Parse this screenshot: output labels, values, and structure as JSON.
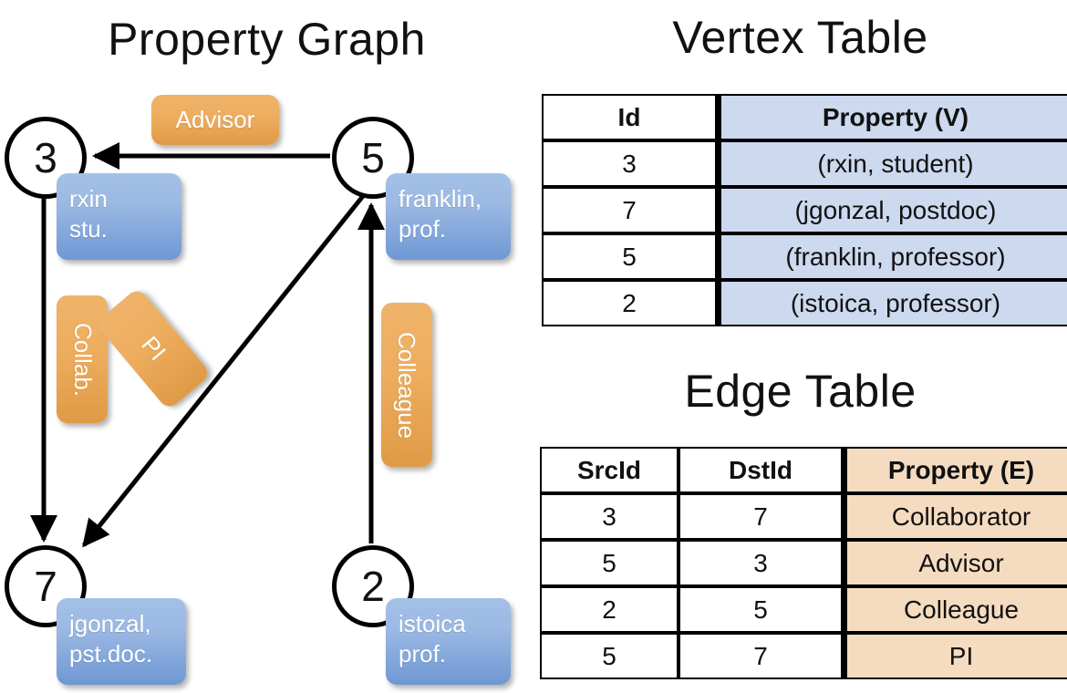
{
  "titles": {
    "property_graph": "Property Graph",
    "vertex_table": "Vertex Table",
    "edge_table": "Edge Table"
  },
  "graph": {
    "vertices": [
      {
        "id": "3",
        "name": "rxin",
        "role": "stu.",
        "label_lines": [
          "rxin",
          "stu."
        ]
      },
      {
        "id": "5",
        "name": "franklin",
        "role": "prof.",
        "label_lines": [
          "franklin,",
          "prof."
        ]
      },
      {
        "id": "7",
        "name": "jgonzal",
        "role": "pst.doc.",
        "label_lines": [
          "jgonzal,",
          "pst.doc."
        ]
      },
      {
        "id": "2",
        "name": "istoica",
        "role": "prof.",
        "label_lines": [
          "istoica",
          "prof."
        ]
      }
    ],
    "vertex_labels": {
      "v3_line1": "rxin",
      "v3_line2": "stu.",
      "v5_line1": "franklin,",
      "v5_line2": "prof.",
      "v7_line1": "jgonzal,",
      "v7_line2": "pst.doc.",
      "v2_line1": "istoica",
      "v2_line2": "prof."
    },
    "edge_labels": {
      "advisor": "Advisor",
      "collab": "Collab.",
      "pi": "PI",
      "colleague": "Colleague"
    },
    "edges": [
      {
        "from": "5",
        "to": "3",
        "label": "Advisor"
      },
      {
        "from": "3",
        "to": "7",
        "label": "Collab."
      },
      {
        "from": "5",
        "to": "7",
        "label": "PI"
      },
      {
        "from": "2",
        "to": "5",
        "label": "Colleague"
      }
    ]
  },
  "vertex_table": {
    "headers": [
      "Id",
      "Property (V)"
    ],
    "rows": [
      {
        "id": "3",
        "property": "(rxin, student)"
      },
      {
        "id": "7",
        "property": "(jgonzal, postdoc)"
      },
      {
        "id": "5",
        "property": "(franklin, professor)"
      },
      {
        "id": "2",
        "property": "(istoica, professor)"
      }
    ]
  },
  "edge_table": {
    "headers": [
      "SrcId",
      "DstId",
      "Property (E)"
    ],
    "rows": [
      {
        "src": "3",
        "dst": "7",
        "property": "Collaborator"
      },
      {
        "src": "5",
        "dst": "3",
        "property": "Advisor"
      },
      {
        "src": "2",
        "dst": "5",
        "property": "Colleague"
      },
      {
        "src": "5",
        "dst": "7",
        "property": "PI"
      }
    ]
  },
  "colors": {
    "vertex_property_fill": "#ccd9ee",
    "edge_property_fill": "#f5dcc0",
    "vertex_box": "#7ba3db",
    "edge_box": "#eeae60",
    "stroke": "#000000",
    "background": "#ffffff"
  }
}
